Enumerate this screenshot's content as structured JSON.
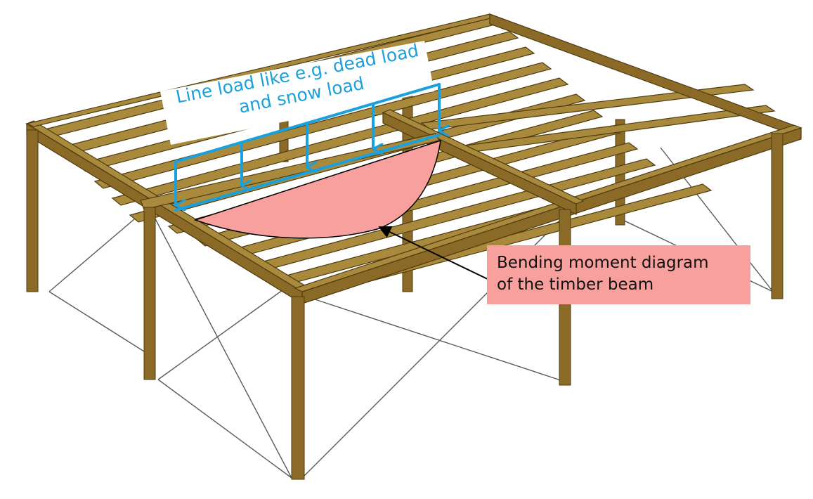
{
  "annotations": {
    "line_load": {
      "line1": "Line load like e.g. dead load",
      "line2": "and snow load"
    },
    "bending_moment": {
      "line1": "Bending moment diagram",
      "line2": "of the timber beam"
    }
  },
  "colors": {
    "timber": "#8a6a26",
    "timber_top": "#a98a3c",
    "timber_dark": "#4f3b10",
    "load_arrow": "#1aa0dc",
    "moment_fill": "#f8a09e",
    "bracing": "#555555"
  }
}
